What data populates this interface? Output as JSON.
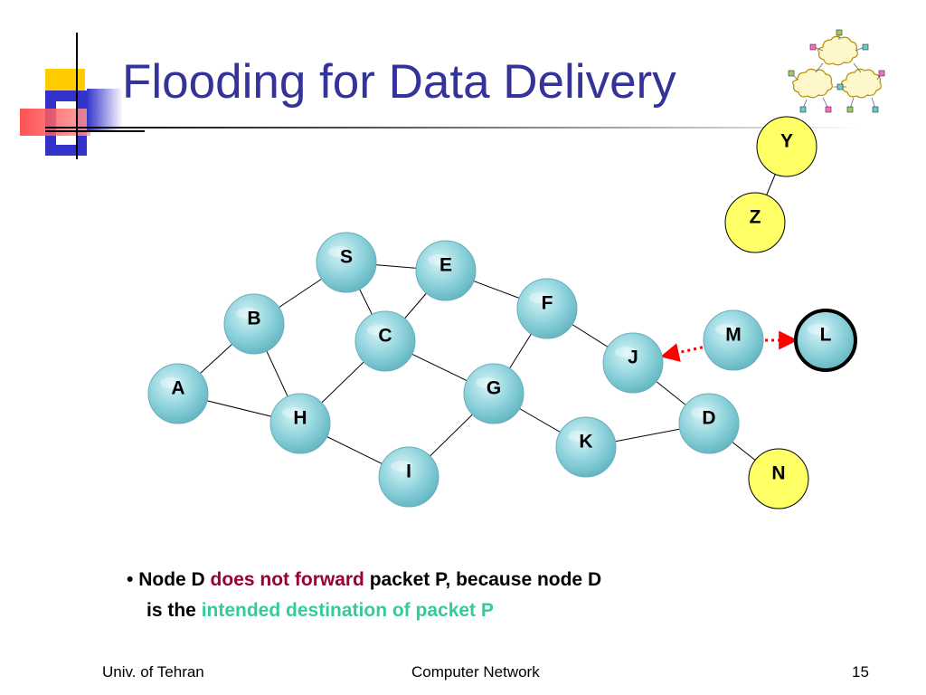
{
  "slide": {
    "title": "Flooding for Data Delivery",
    "colors": {
      "title": "#333399",
      "node_fill": "#8fd3dc",
      "yellow_node": "#ffff66",
      "emphasis_red": "#990033",
      "emphasis_green": "#33cc99",
      "arrow": "#ff0000"
    },
    "logo_icon": "network-clouds-icon"
  },
  "graph": {
    "nodes": [
      {
        "id": "S",
        "label": "S",
        "style": "blue"
      },
      {
        "id": "E",
        "label": "E",
        "style": "blue"
      },
      {
        "id": "F",
        "label": "F",
        "style": "blue"
      },
      {
        "id": "B",
        "label": "B",
        "style": "blue"
      },
      {
        "id": "C",
        "label": "C",
        "style": "blue"
      },
      {
        "id": "M",
        "label": "M",
        "style": "blue"
      },
      {
        "id": "L",
        "label": "L",
        "style": "blue-bold-border"
      },
      {
        "id": "J",
        "label": "J",
        "style": "blue"
      },
      {
        "id": "A",
        "label": "A",
        "style": "blue"
      },
      {
        "id": "G",
        "label": "G",
        "style": "blue"
      },
      {
        "id": "H",
        "label": "H",
        "style": "blue"
      },
      {
        "id": "D",
        "label": "D",
        "style": "blue"
      },
      {
        "id": "K",
        "label": "K",
        "style": "blue"
      },
      {
        "id": "I",
        "label": "I",
        "style": "blue"
      },
      {
        "id": "N",
        "label": "N",
        "style": "yellow"
      },
      {
        "id": "Y",
        "label": "Y",
        "style": "yellow"
      },
      {
        "id": "Z",
        "label": "Z",
        "style": "yellow"
      }
    ],
    "edges": [
      [
        "S",
        "E"
      ],
      [
        "S",
        "B"
      ],
      [
        "S",
        "C"
      ],
      [
        "E",
        "C"
      ],
      [
        "E",
        "F"
      ],
      [
        "B",
        "A"
      ],
      [
        "B",
        "H"
      ],
      [
        "A",
        "H"
      ],
      [
        "C",
        "H"
      ],
      [
        "C",
        "G"
      ],
      [
        "H",
        "I"
      ],
      [
        "I",
        "G"
      ],
      [
        "G",
        "F"
      ],
      [
        "G",
        "K"
      ],
      [
        "F",
        "J"
      ],
      [
        "J",
        "D"
      ],
      [
        "K",
        "D"
      ],
      [
        "D",
        "N"
      ],
      [
        "Y",
        "Z"
      ]
    ],
    "dotted_arrows": [
      {
        "from": "M",
        "to": "J"
      },
      {
        "from": "M",
        "to": "L"
      }
    ]
  },
  "bullet": {
    "marker": "•",
    "part1": "Node D ",
    "part2_red": "does not forward",
    "part3": " packet P, because node D",
    "line2_part1": "is the ",
    "line2_green": "intended destination of packet P"
  },
  "footer": {
    "left": "Univ. of Tehran",
    "center": "Computer Network",
    "right": "15"
  }
}
